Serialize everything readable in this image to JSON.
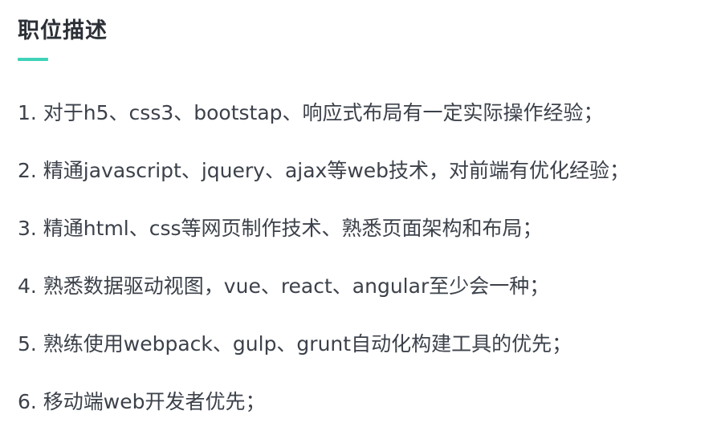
{
  "section": {
    "title": "职位描述",
    "accent_color": "#3fd3b8"
  },
  "requirements": [
    "1. 对于h5、css3、bootstap、响应式布局有一定实际操作经验；",
    "2. 精通javascript、jquery、ajax等web技术，对前端有优化经验；",
    "3. 精通html、css等网页制作技术、熟悉页面架构和布局；",
    "4. 熟悉数据驱动视图，vue、react、angular至少会一种；",
    "5. 熟练使用webpack、gulp、grunt自动化构建工具的优先；",
    "6. 移动端web开发者优先；"
  ]
}
